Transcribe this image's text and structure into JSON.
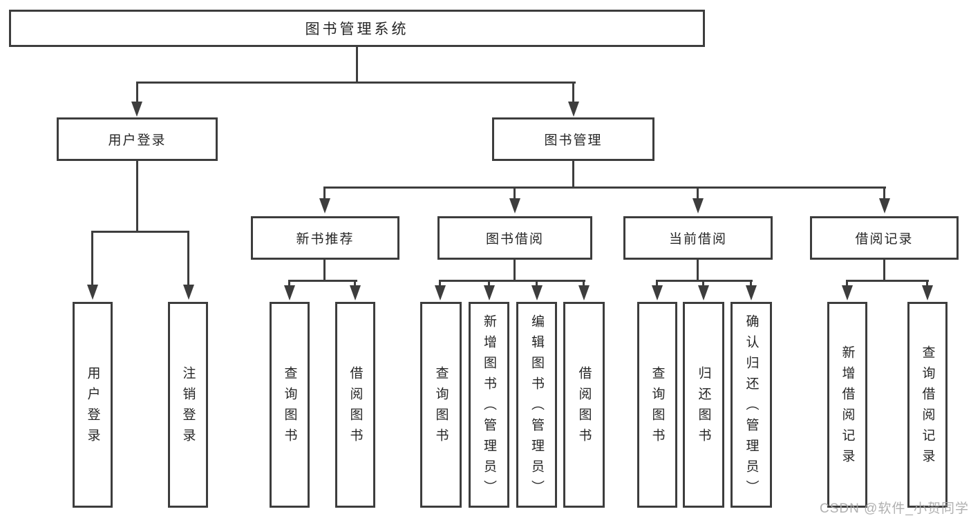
{
  "tree": {
    "label": "图书管理系统",
    "children": [
      {
        "label": "用户登录",
        "children": [
          {
            "label": "用户登录"
          },
          {
            "label": "注销登录"
          }
        ]
      },
      {
        "label": "图书管理",
        "children": [
          {
            "label": "新书推荐",
            "children": [
              {
                "label": "查询图书"
              },
              {
                "label": "借阅图书"
              }
            ]
          },
          {
            "label": "图书借阅",
            "children": [
              {
                "label": "查询图书"
              },
              {
                "label": "新增图书（管理员）"
              },
              {
                "label": "编辑图书（管理员）"
              },
              {
                "label": "借阅图书"
              }
            ]
          },
          {
            "label": "当前借阅",
            "children": [
              {
                "label": "查询图书"
              },
              {
                "label": "归还图书"
              },
              {
                "label": "确认归还（管理员）"
              }
            ]
          },
          {
            "label": "借阅记录",
            "children": [
              {
                "label": "新增借阅记录"
              },
              {
                "label": "查询借阅记录"
              }
            ]
          }
        ]
      }
    ]
  },
  "watermark": {
    "text": "CSDN @软件_小贺同学"
  },
  "colors": {
    "line": "#3d3d3d",
    "box_border": "#3d3d3d",
    "text": "#262626",
    "watermark": "#a8a8a8",
    "background": "#ffffff"
  }
}
